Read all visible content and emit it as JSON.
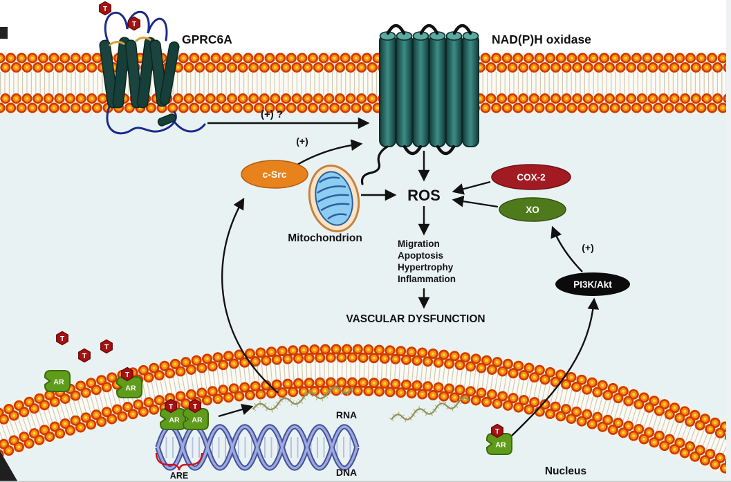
{
  "figure": {
    "background_color": "#e9f2f3",
    "extracellular_background": "#ffffff",
    "labels": {
      "gprc6a": "GPRC6A",
      "nadph_oxidase": "NAD(P)H oxidase",
      "activation_question": "(+) ?",
      "activation_csrc": "(+)",
      "activation_pi3k": "(+)",
      "csrc": "c-Src",
      "mitochondrion": "Mitochondrion",
      "ros": "ROS",
      "cox2": "COX-2",
      "xo": "XO",
      "pi3k_akt": "PI3K/Akt",
      "effects": [
        "Migration",
        "Apoptosis",
        "Hypertrophy",
        "Inflammation"
      ],
      "vascular_dysfunction": "VASCULAR DYSFUNCTION",
      "rna": "RNA",
      "dna": "DNA",
      "are": "ARE",
      "nucleus": "Nucleus",
      "testosterone": "T",
      "androgen_receptor": "AR"
    },
    "colors": {
      "membrane_head_rim": "#cf3a05",
      "membrane_head": "#fb9207",
      "membrane_head_highlight": "#ffd24d",
      "membrane_band": "#f8f2e6",
      "receptor_teal": "#1a443d",
      "barrel_teal": "#2e7370",
      "loop_navy": "#1b2a8a",
      "csrc_orange": "#e8821d",
      "cox2_red": "#a31b22",
      "xo_green": "#4e7a1b",
      "pi3k_black": "#0b0b0b",
      "testosterone_red": "#a51212",
      "ar_green": "#5f9c1c",
      "vascular_red": "#e8252a",
      "are_red": "#cf1020",
      "dna_blue": "#5b6cb8",
      "rna_olive": "#a9aa6e",
      "mito_membrane": "#c9803f",
      "mito_cristae": "#8ecdf2",
      "arrow_black": "#111111"
    }
  }
}
